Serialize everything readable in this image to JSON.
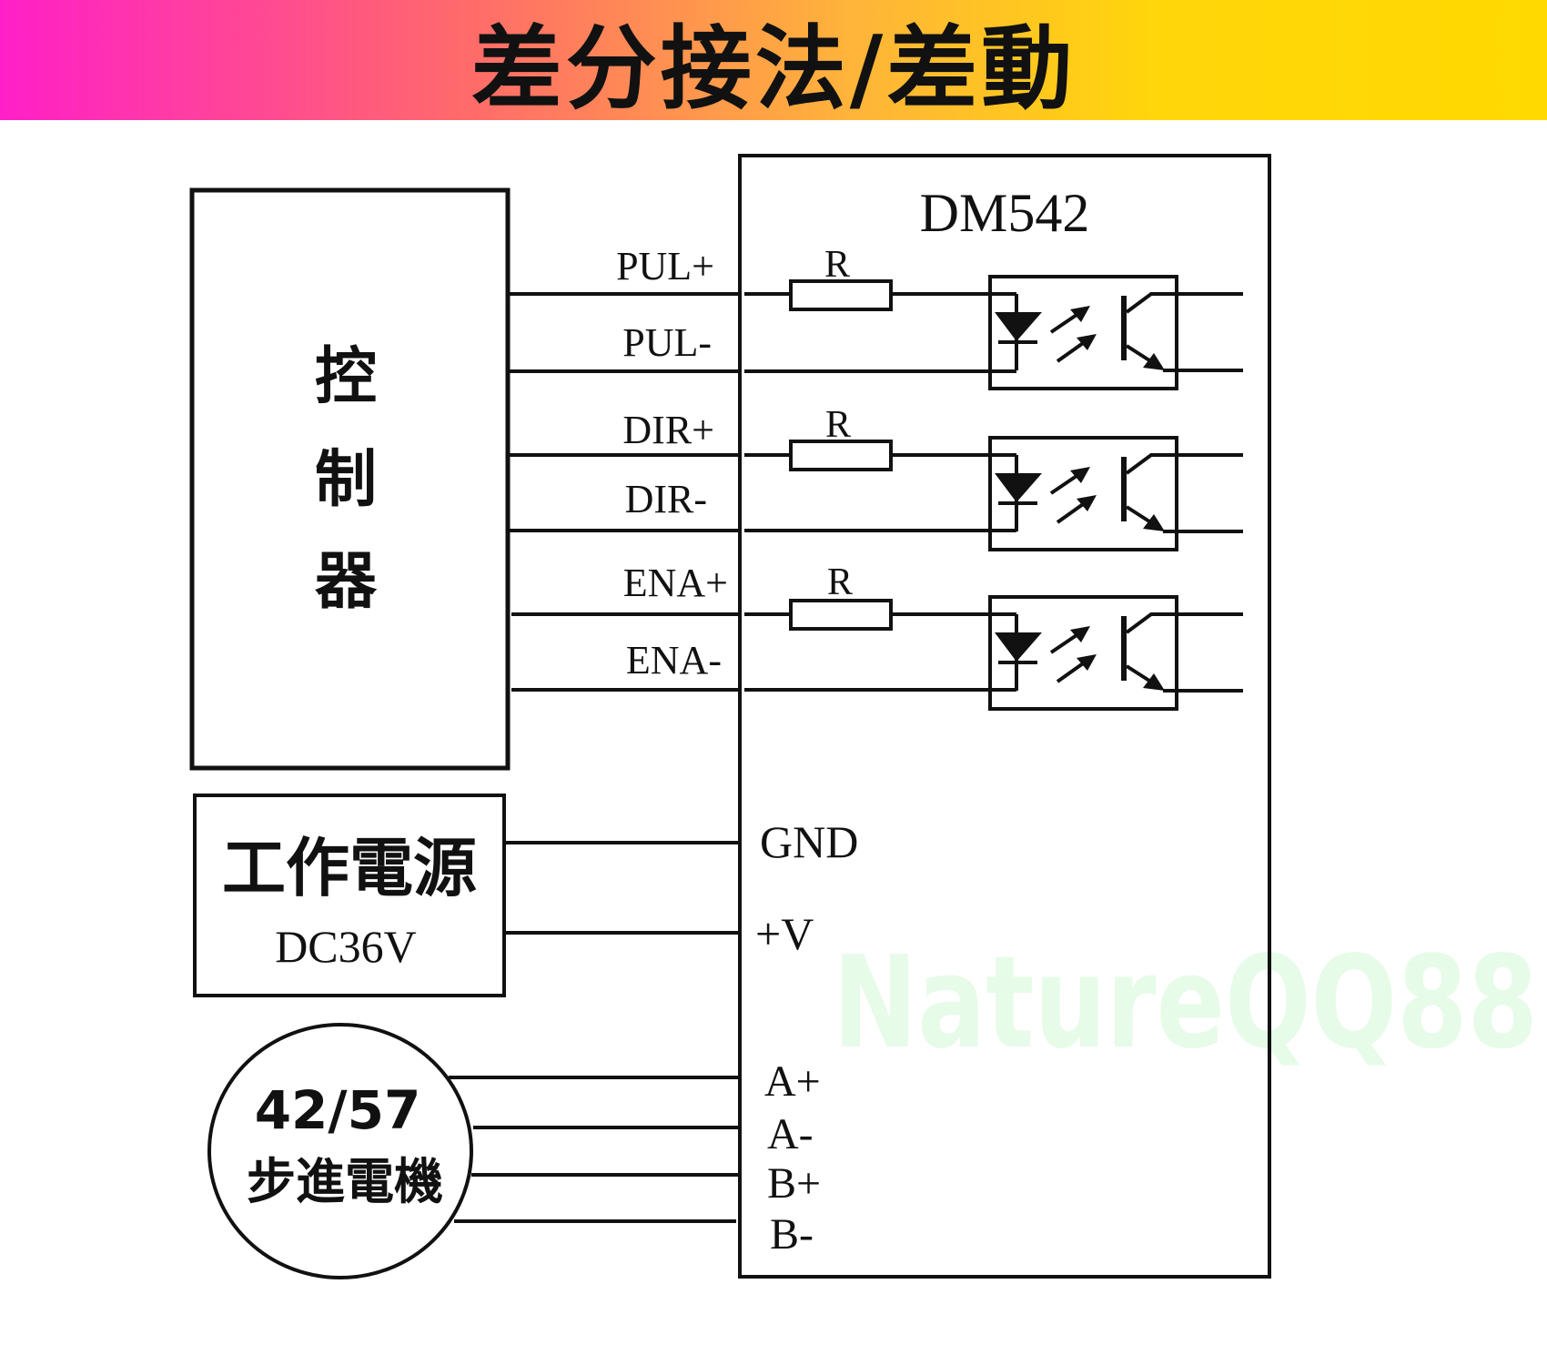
{
  "title": "差分接法/差動",
  "driver": {
    "model": "DM542",
    "resistor_label": "R",
    "signals": [
      "PUL+",
      "PUL-",
      "DIR+",
      "DIR-",
      "ENA+",
      "ENA-"
    ],
    "power_pins": [
      "GND",
      "+V"
    ],
    "motor_pins": [
      "A+",
      "A-",
      "B+",
      "B-"
    ]
  },
  "controller": {
    "chars": [
      "控",
      "制",
      "器"
    ]
  },
  "power": {
    "label": "工作電源",
    "voltage": "DC36V"
  },
  "motor": {
    "size": "42/57",
    "label": "步進電機"
  },
  "watermark": "NatureQQ88"
}
